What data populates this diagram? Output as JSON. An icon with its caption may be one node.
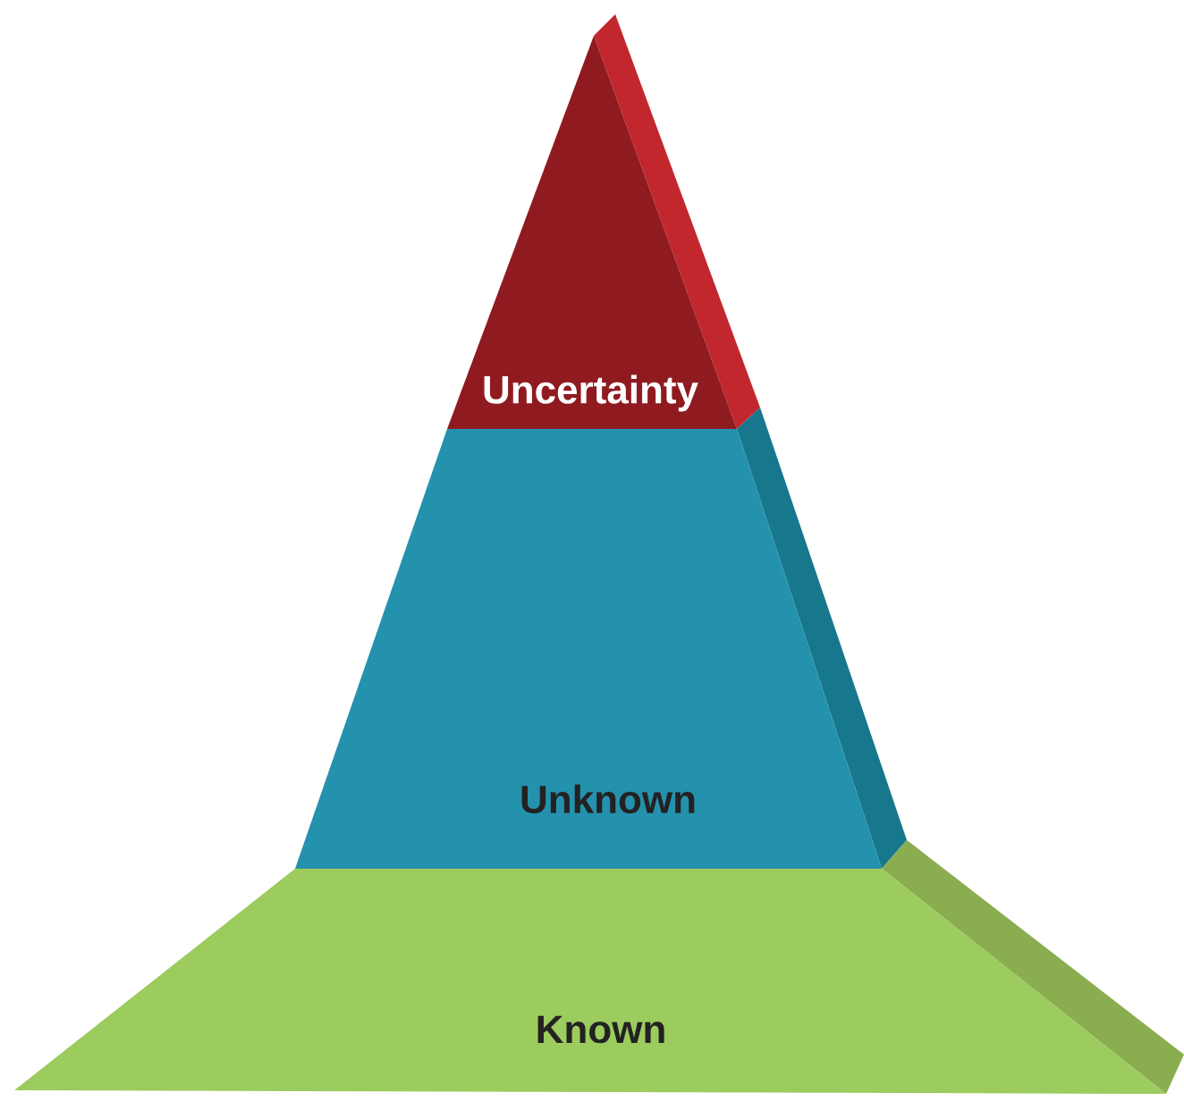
{
  "diagram": {
    "nodes": [
      {
        "text": [
          "Uncertainty"
        ]
      },
      {
        "text": [
          "Unknown"
        ]
      },
      {
        "text": [
          "Known"
        ]
      }
    ]
  }
}
